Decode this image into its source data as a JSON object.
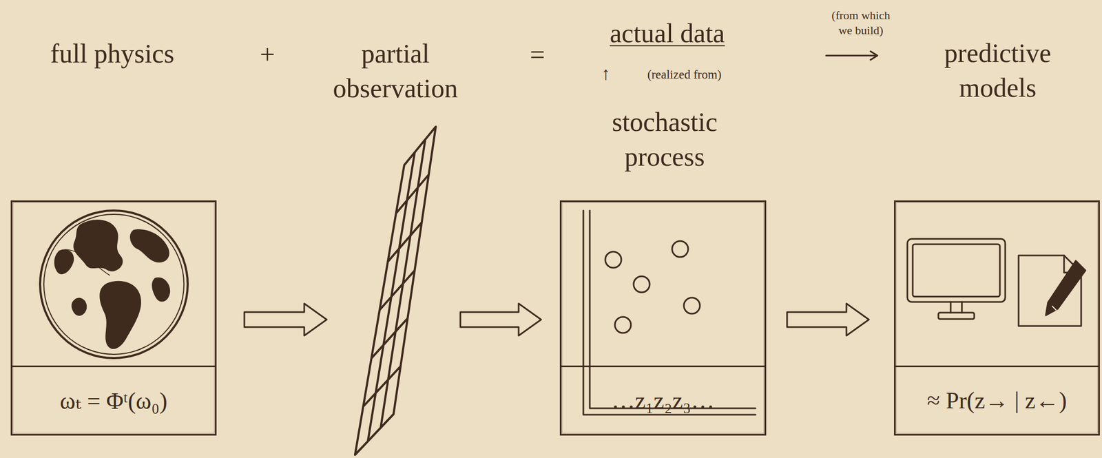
{
  "diagram": {
    "nodes": [
      {
        "text": [
          "ωₜ = Φᵗ(ω₀)"
        ]
      },
      {
        "text": [
          "partial observation"
        ]
      },
      {
        "text": [
          "stochastic process",
          "…z₁z₂z₃…"
        ]
      },
      {
        "text": [
          "≈ Pr(z→ | z←)"
        ]
      }
    ],
    "edges": [
      {
        "from": 0,
        "to": 1,
        "arrow": "to"
      },
      {
        "from": 1,
        "to": 2,
        "arrow": "to"
      },
      {
        "from": 2,
        "to": 3,
        "arrow": "to"
      }
    ],
    "labels": [
      "full physics",
      "+",
      "=",
      "actual data",
      "↑",
      "(realized from)",
      "(from which we build)",
      "predictive models"
    ]
  }
}
